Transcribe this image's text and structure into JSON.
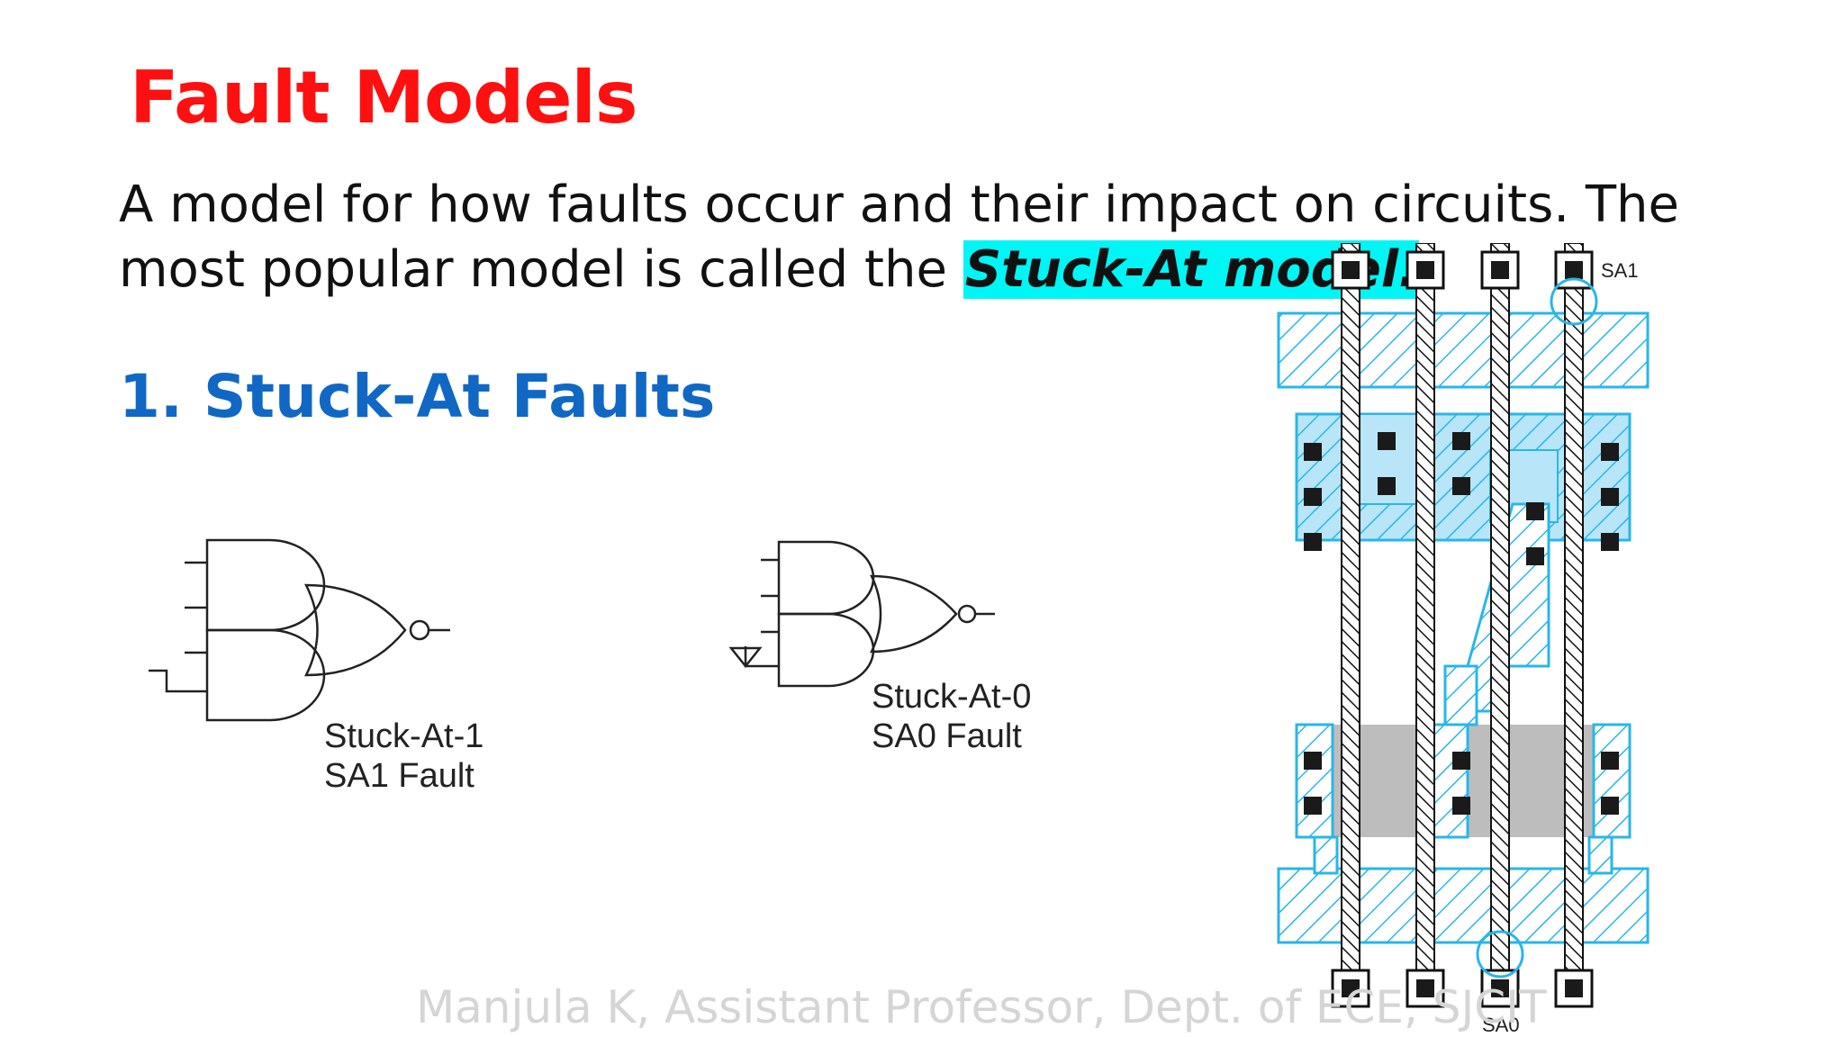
{
  "slide": {
    "title": "Fault Models",
    "intro_text": "A model for how faults occur and their impact on circuits. The most popular model is called the",
    "intro_highlight": "Stuck-At model.",
    "section_heading": "1. Stuck-At Faults",
    "footer": "Manjula K, Assistant Professor, Dept. of ECE, SJCIT"
  },
  "gate_diagrams": [
    {
      "label_line1": "Stuck-At-1",
      "label_line2": "SA1 Fault"
    },
    {
      "label_line1": "Stuck-At-0",
      "label_line2": "SA0 Fault"
    }
  ],
  "layout_diagram": {
    "top_label": "SA1",
    "bottom_label": "SA0",
    "colors": {
      "diffusion": "#29b6e8",
      "fill": "#b8e6f8",
      "contact": "#1a1a1a",
      "gray_region": "#bdbdbd"
    }
  }
}
